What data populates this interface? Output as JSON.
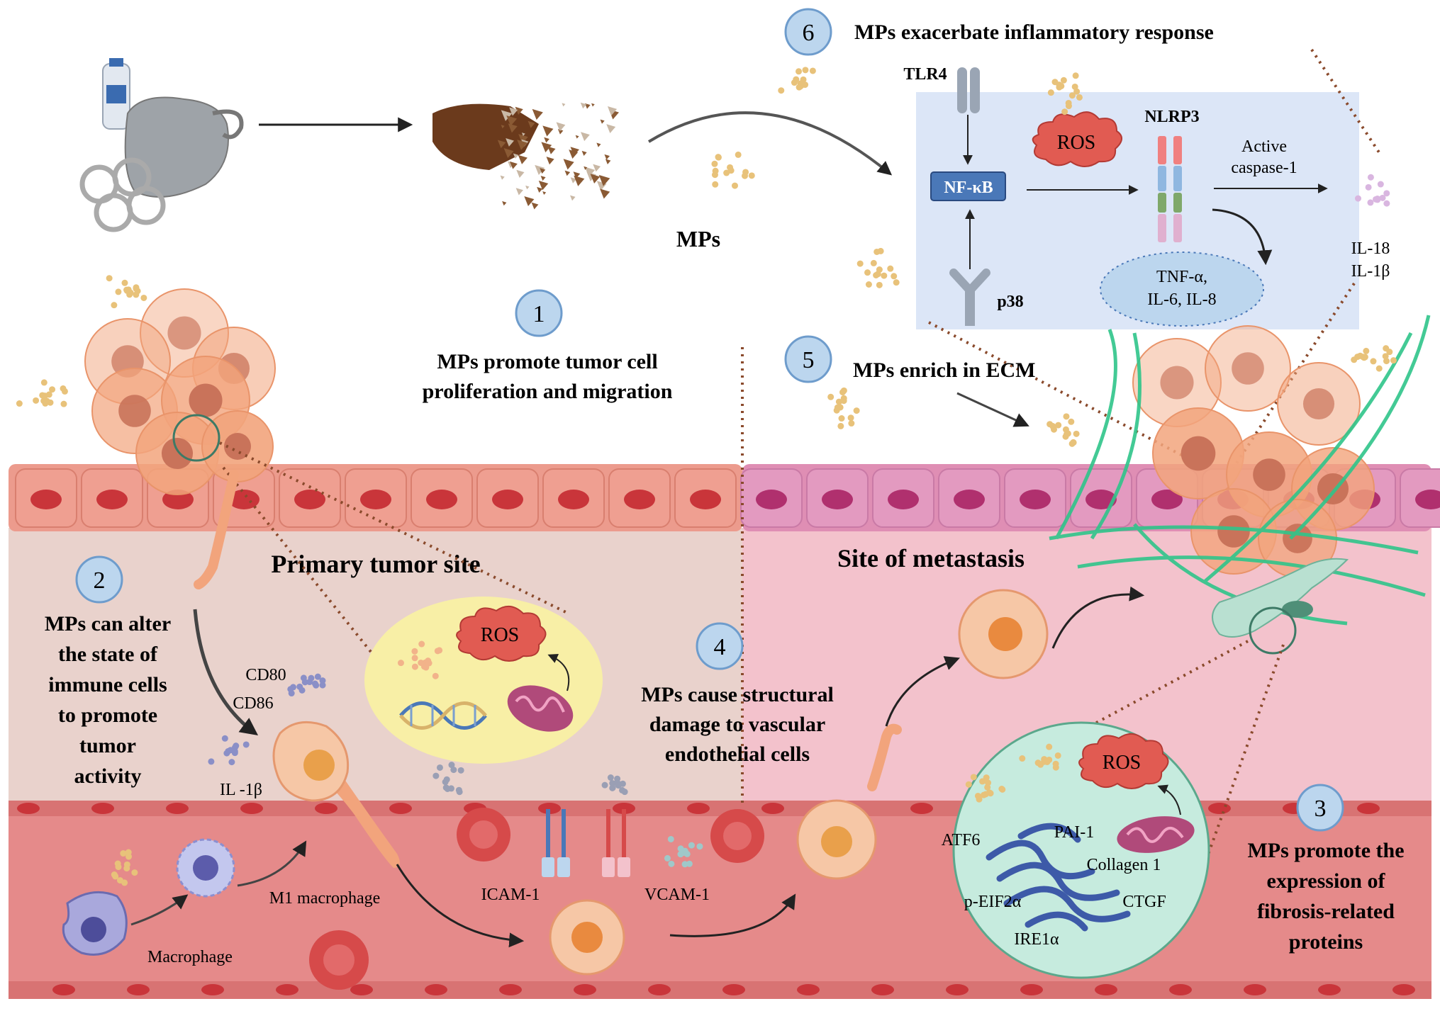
{
  "labels": {
    "mps": "MPs",
    "tlr4": "TLR4",
    "nfkb": "NF-κB",
    "p38": "p38",
    "ros": "ROS",
    "nlrp3": "NLRP3",
    "active_caspase_line1": "Active",
    "active_caspase_line2": "caspase-1",
    "cytokines_line1": "TNF-α,",
    "cytokines_line2": "IL-6, IL-8",
    "il18": "IL-18",
    "il1b": "IL-1β",
    "primary_site": "Primary tumor site",
    "metastasis_site": "Site of metastasis",
    "cd80": "CD80",
    "cd86": "CD86",
    "il1b_immune": "IL -1β",
    "m1_macrophage": "M1 macrophage",
    "macrophage": "Macrophage",
    "icam1": "ICAM-1",
    "vcam1": "VCAM-1",
    "atf6": "ATF6",
    "pai1": "PAI-1",
    "collagen1": "Collagen 1",
    "peif2a": "p-EIF2α",
    "ctgf": "CTGF",
    "ire1a": "IRE1α"
  },
  "steps": [
    {
      "number": "1",
      "lines": [
        "MPs promote tumor cell",
        "proliferation and migration"
      ]
    },
    {
      "number": "2",
      "lines": [
        "MPs can alter",
        "the state of",
        "immune cells",
        "to promote",
        "tumor",
        "activity"
      ]
    },
    {
      "number": "3",
      "lines": [
        "MPs promote the",
        "expression of",
        "fibrosis-related",
        "proteins"
      ]
    },
    {
      "number": "4",
      "lines": [
        "MPs cause structural",
        "damage to vascular",
        "endothelial cells"
      ]
    },
    {
      "number": "5",
      "lines": [
        "MPs enrich in ECM"
      ]
    },
    {
      "number": "6",
      "lines": [
        "MPs exacerbate inflammatory response"
      ]
    }
  ],
  "colors": {
    "step_badge": "#bcd6ee",
    "pathway_box": "#dce6f7",
    "nfkb_box": "#4a78b8",
    "ros": "#e15b52",
    "primary_bg": "#e9d2cc",
    "metastasis_bg": "#f3c2cc",
    "vessel": "#e58a8a",
    "tumor_cell": "#f2a47c",
    "fibers": "#2fc58a",
    "mps_particles": "#e8c27a"
  }
}
